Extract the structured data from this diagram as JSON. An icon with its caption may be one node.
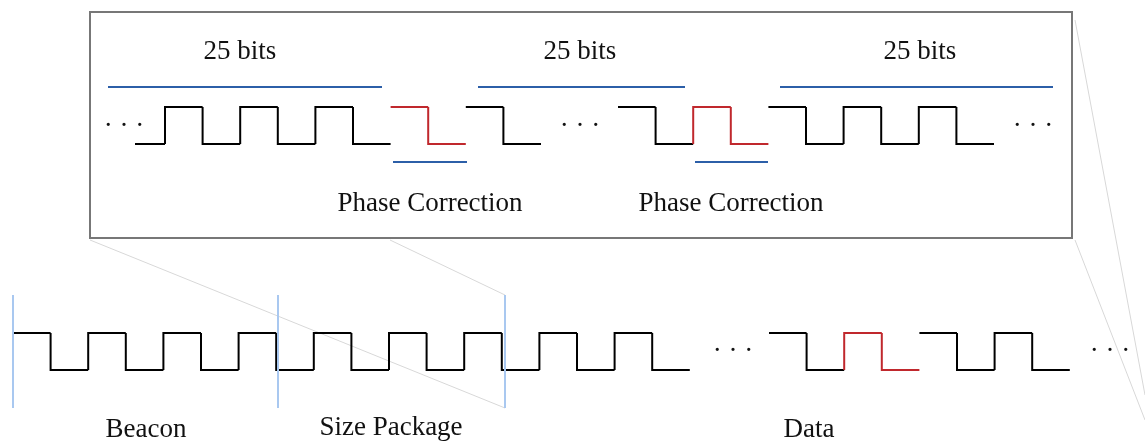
{
  "diagram": {
    "labels": [
      "25 bits",
      "25 bits",
      "25 bits",
      "· · ·",
      "· · ·",
      "· · ·",
      "Phase Correction",
      "Phase Correction",
      "· · ·",
      "· · ·",
      "Beacon",
      "Size Package",
      "Data"
    ]
  }
}
